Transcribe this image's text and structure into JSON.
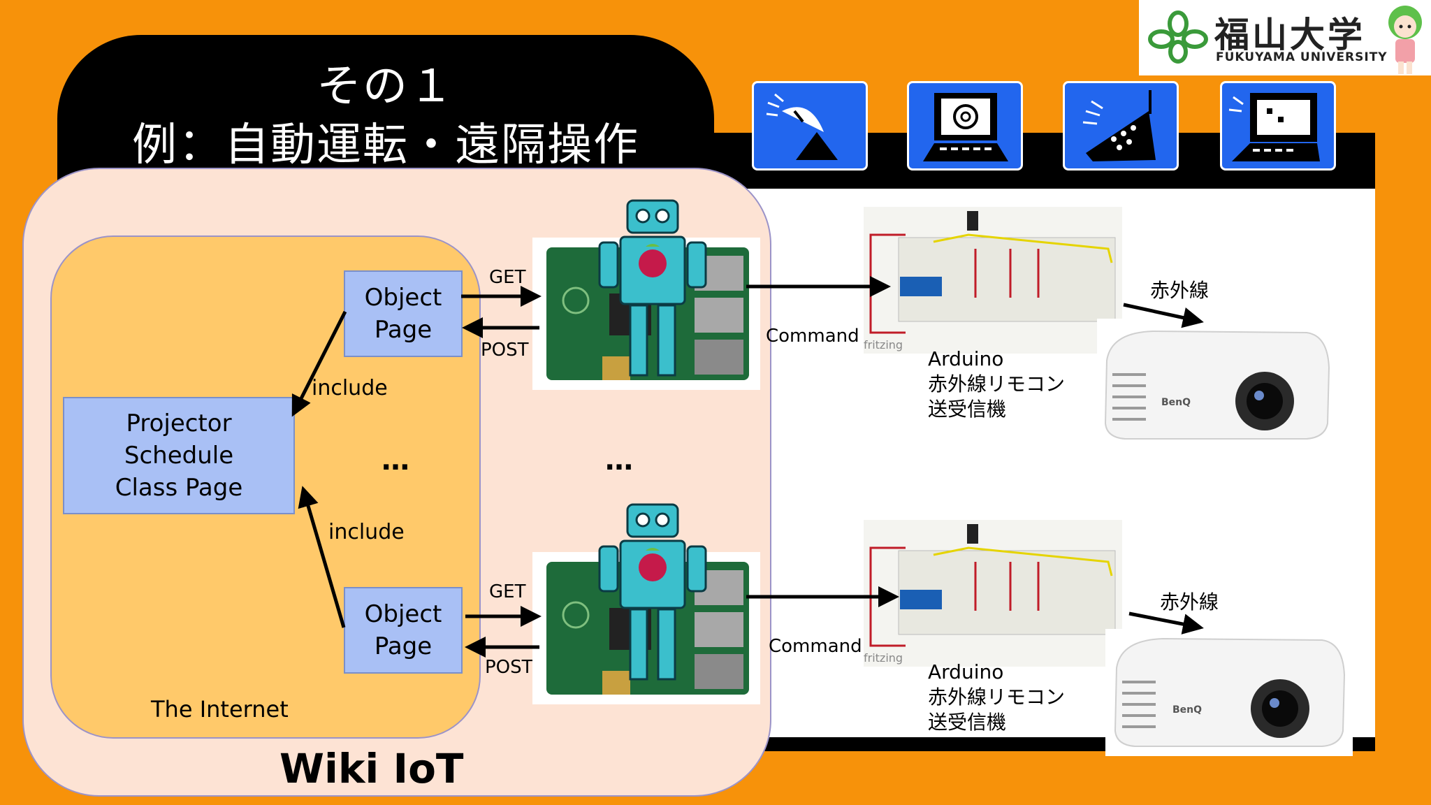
{
  "slide": {
    "title_line1": "その１",
    "title_line2": "例：自動運転・遠隔操作"
  },
  "logo": {
    "name": "福山大学",
    "subtitle": "FUKUYAMA UNIVERSITY"
  },
  "header_icons": [
    "satellite-dish-icon",
    "computer-at-icon",
    "mobile-phone-icon",
    "desktop-computer-icon"
  ],
  "diagram": {
    "wiki_label": "Wiki IoT",
    "internet_label": "The Internet",
    "class_page": {
      "line1": "Projector",
      "line2": "Schedule",
      "line3": "Class Page"
    },
    "object_page_top": {
      "line1": "Object",
      "line2": "Page"
    },
    "object_page_bottom": {
      "line1": "Object",
      "line2": "Page"
    },
    "include_top": "include",
    "include_bottom": "include",
    "ellipsis_left": "…",
    "ellipsis_right": "…",
    "get_top": "GET",
    "post_top": "POST",
    "get_bottom": "GET",
    "post_bottom": "POST",
    "command_top": "Command",
    "command_bottom": "Command",
    "arduino_top": {
      "line1": "Arduino",
      "line2": "赤外線リモコン",
      "line3": "送受信機"
    },
    "arduino_bottom": {
      "line1": "Arduino",
      "line2": "赤外線リモコン",
      "line3": "送受信機"
    },
    "ir_top": "赤外線",
    "ir_bottom": "赤外線",
    "fritzing_top": "fritzing",
    "fritzing_bottom": "fritzing",
    "projector_brand_top": "BenQ",
    "projector_brand_bottom": "BenQ"
  },
  "colors": {
    "background": "#F7920A",
    "wiki_box": "#FDE3D4",
    "internet_box": "#FFC96A",
    "page_box": "#A9C0F5",
    "icon_tile": "#2266EE",
    "robot": "#3BBFCC"
  }
}
